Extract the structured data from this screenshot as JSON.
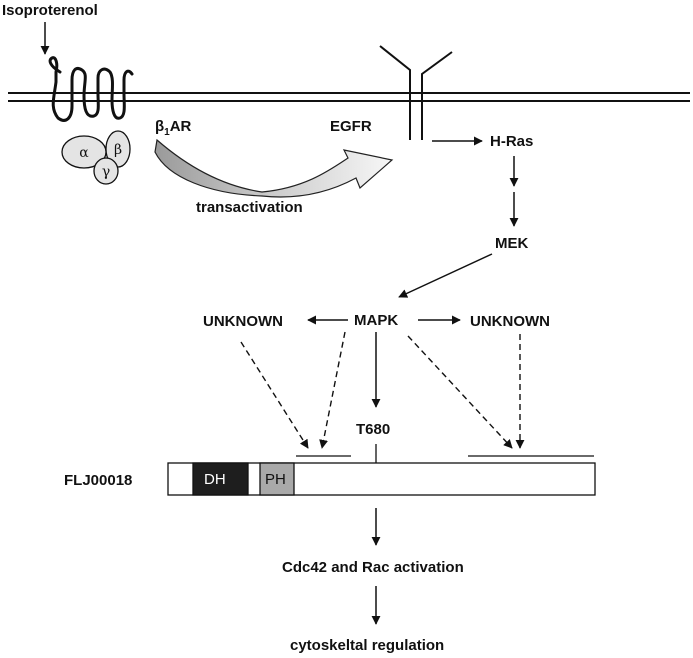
{
  "labels": {
    "stimulus": "Isoproterenol",
    "receptor_beta": "β",
    "receptor_sub": "1",
    "receptor_rest": "AR",
    "egfr": "EGFR",
    "transactivation": "transactivation",
    "hras": "H-Ras",
    "mek": "MEK",
    "mapk": "MAPK",
    "unknown_left": "UNKNOWN",
    "unknown_right": "UNKNOWN",
    "t680": "T680",
    "protein": "FLJ00018",
    "cdc42": "Cdc42 and Rac activation",
    "cytoskeletal": "cytoskeltal regulation"
  },
  "g_protein": {
    "alpha": "α",
    "beta": "β",
    "gamma": "γ"
  },
  "domains": {
    "dh": "DH",
    "ph": "PH"
  },
  "colors": {
    "ink": "#111111",
    "dh_fill": "#1e1e1e",
    "ph_fill": "#a9a9a9",
    "subunit_fill": "#e4e4e4",
    "arrow_dark": "#a9a9a9",
    "arrow_light": "#f3f3f3"
  }
}
